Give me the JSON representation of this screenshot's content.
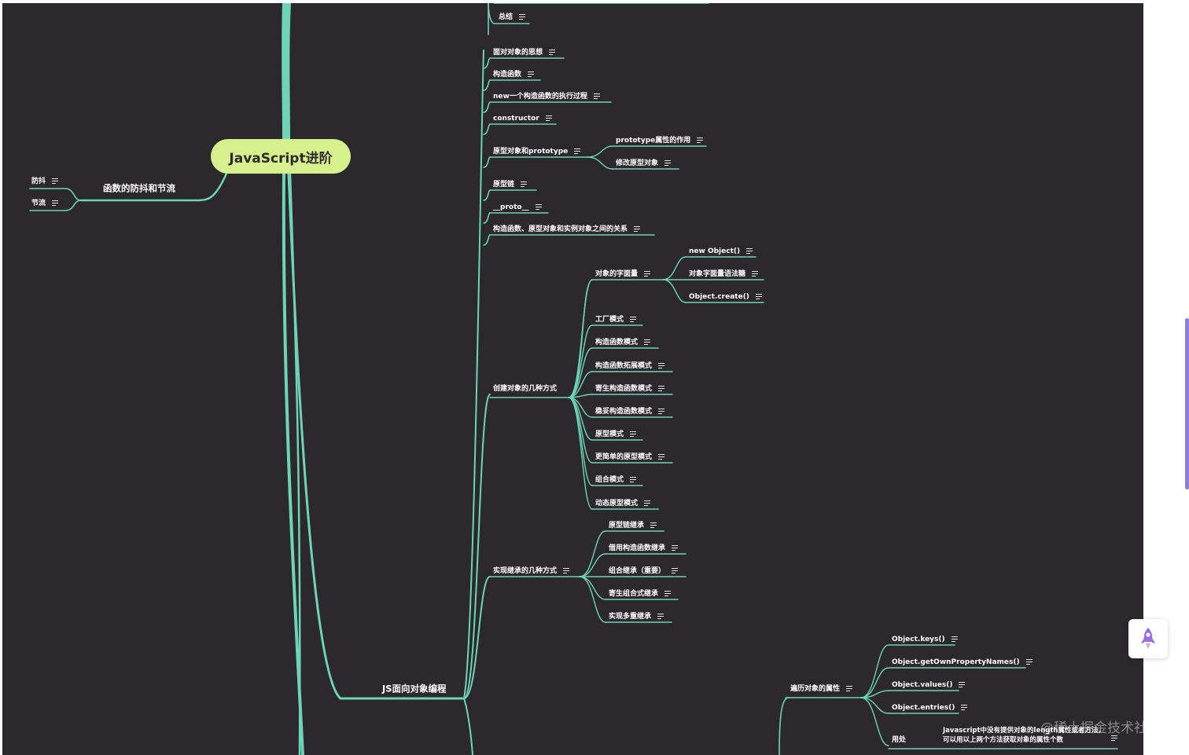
{
  "root": {
    "label": "JavaScript进阶"
  },
  "nodes": {
    "zongjie": "总结",
    "fangdou_jieliu": "函数的防抖和节流",
    "fangdou": "防抖",
    "jieliu": "节流",
    "oop": "JS面向对象编程",
    "oop_sixiang": "面对对象的思想",
    "goujiao": "构造函数",
    "new_process": "new一个构造函数的执行过程",
    "constructor": "constructor",
    "proto_obj": "原型对象和prototype",
    "prototype_role": "prototype属性的作用",
    "modify_proto": "修改原型对象",
    "proto_chain": "原型链",
    "dunder_proto": "__proto__",
    "relation": "构造函数、原型对象和实例对象之间的关系",
    "create_ways": "创建对象的几种方式",
    "literal": "对象的字面量",
    "new_object": "new Object()",
    "literal_sugar": "对象字面量语法糖",
    "object_create": "Object.create()",
    "factory": "工厂模式",
    "ctor_pattern": "构造函数模式",
    "ctor_ext": "构造函数拓展模式",
    "parasitic_ctor": "寄生构造函数模式",
    "durable_ctor": "稳妥构造函数模式",
    "proto_pattern": "原型模式",
    "simple_proto": "更简单的原型模式",
    "combo_pattern": "组合模式",
    "dynamic_proto": "动态原型模式",
    "inherit_ways": "实现继承的几种方式",
    "proto_inherit": "原型链继承",
    "borrow_ctor": "借用构造函数继承",
    "combo_inherit": "组合继承（重要）",
    "parasitic_combo": "寄生组合式继承",
    "multi_inherit": "实现多重继承",
    "traverse": "遍历对象的属性",
    "keys": "Object.keys()",
    "gopn": "Object.getOwnPropertyNames()",
    "values": "Object.values()",
    "entries": "Object.entries()",
    "usage": "用处",
    "usage_note": "Javascript中没有提供对象的length属性或者方法，可以用以上两个方法获取对象的属性个数"
  },
  "colors": {
    "canvas": "#2c292d",
    "line": "#6fd3b8",
    "root_fill": "#d5f08c",
    "accent": "#8a7fe0"
  },
  "icons": {
    "note": "note-lines-icon",
    "rocket": "rocket-icon"
  },
  "watermark": "@稀土掘金技术社区"
}
